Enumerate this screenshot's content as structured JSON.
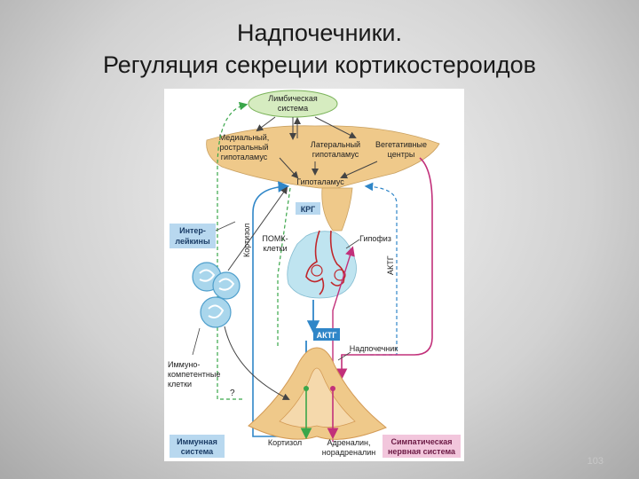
{
  "slide": {
    "title_line1": "Надпочечники.",
    "title_line2": "Регуляция секреции кортикостероидов",
    "page_number": "103"
  },
  "diagram": {
    "limbic_line1": "Лимбическая",
    "limbic_line2": "система",
    "medial_line1": "Медиальный,",
    "medial_line2": "ростральный",
    "medial_line3": "гипоталамус",
    "lateral_line1": "Латеральный",
    "lateral_line2": "гипоталамус",
    "veg_line1": "Вегетативные",
    "veg_line2": "центры",
    "hypothalamus": "Гипоталамус",
    "krg": "КРГ",
    "interleukins_line1": "Интер-",
    "interleukins_line2": "лейкины",
    "cortisol_vertical": "Кортизол",
    "pomc_line1": "ПОМК-",
    "pomc_line2": "клетки",
    "hypophysis": "Гипофиз",
    "actg_vertical": "АКТГ",
    "actg_box": "АКТГ",
    "adrenal": "Надпочечник",
    "immuno_line1": "Иммуно-",
    "immuno_line2": "компетентные",
    "immuno_line3": "клетки",
    "question": "?",
    "immune_line1": "Иммунная",
    "immune_line2": "система",
    "cortisol_bottom": "Кортизол",
    "adrenaline_line1": "Адреналин,",
    "adrenaline_line2": "норадреналин",
    "sympathetic_line1": "Симпатическая",
    "sympathetic_line2": "нервная система"
  },
  "colors": {
    "blue": "#2f86c8",
    "green": "#3aa64a",
    "magenta": "#c2307a",
    "tan": "#efc98a",
    "label_blue": "#b8d8ef",
    "label_pink": "#f2c6dc",
    "dark": "#444444"
  }
}
